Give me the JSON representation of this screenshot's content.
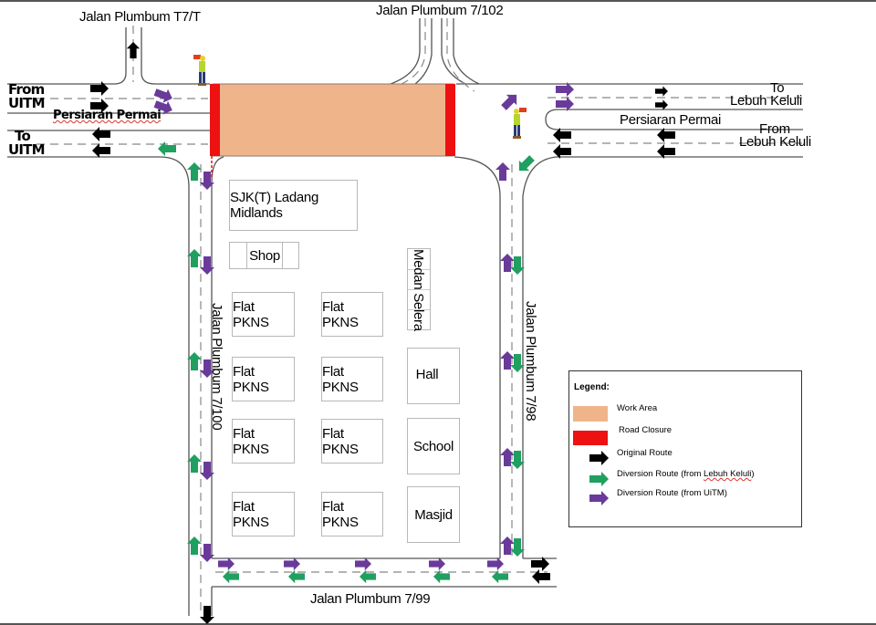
{
  "map": {
    "roads": {
      "north_left": "Jalan Plumbum T7/T",
      "north_center": "Jalan Plumbum 7/102",
      "main_left": "Persiaran Permai",
      "main_right": "Persiaran Permai",
      "west_vertical": "Jalan Plumbum 7/100",
      "east_vertical": "Jalan Plumbum 7/98",
      "south": "Jalan Plumbum 7/99"
    },
    "directions": {
      "from_uitm_line1": "From",
      "from_uitm_line2": "UITM",
      "to_uitm_line1": "To",
      "to_uitm_line2": "UITM",
      "to_lebuh_line1": "To",
      "to_lebuh_line2": "Lebuh Keluli",
      "from_lebuh_line1": "From",
      "from_lebuh_line2": "Lebuh Keluli"
    },
    "buildings": [
      {
        "id": "sjkt",
        "label": "SJK(T) Ladang Midlands"
      },
      {
        "id": "shop",
        "label": "Shop"
      },
      {
        "id": "medan",
        "label": "Medan Selera"
      },
      {
        "id": "flat1",
        "label": "Flat PKNS"
      },
      {
        "id": "flat2",
        "label": "Flat PKNS"
      },
      {
        "id": "flat3",
        "label": "Flat PKNS"
      },
      {
        "id": "flat4",
        "label": "Flat PKNS"
      },
      {
        "id": "flat5",
        "label": "Flat PKNS"
      },
      {
        "id": "flat6",
        "label": "Flat PKNS"
      },
      {
        "id": "flat7",
        "label": "Flat PKNS"
      },
      {
        "id": "flat8",
        "label": "Flat PKNS"
      },
      {
        "id": "hall",
        "label": "Hall"
      },
      {
        "id": "school",
        "label": "School"
      },
      {
        "id": "masjid",
        "label": "Masjid"
      }
    ]
  },
  "legend": {
    "title": "Legend:",
    "items": [
      {
        "label": "Work Area",
        "color": "#f0b48a",
        "kind": "swatch"
      },
      {
        "label": "Road Closure",
        "color": "#ee1111",
        "kind": "swatch"
      },
      {
        "label": "Original Route",
        "color": "#000000",
        "kind": "arrow"
      },
      {
        "label_prefix": "Diversion Route (from ",
        "label_underlined": "Lebuh Keluli",
        "label_suffix": ")",
        "color": "#1fa060",
        "kind": "arrow"
      },
      {
        "label": "Diversion Route (from UiTM)",
        "color": "#6a3a9a",
        "kind": "arrow"
      }
    ]
  },
  "colors": {
    "work_area": "#f0b48a",
    "closure": "#ee1111",
    "original": "#000000",
    "diversion_lebuh": "#1fa060",
    "diversion_uitm": "#6a3a9a",
    "road_edge": "#555555",
    "lane_dash": "#888888"
  }
}
